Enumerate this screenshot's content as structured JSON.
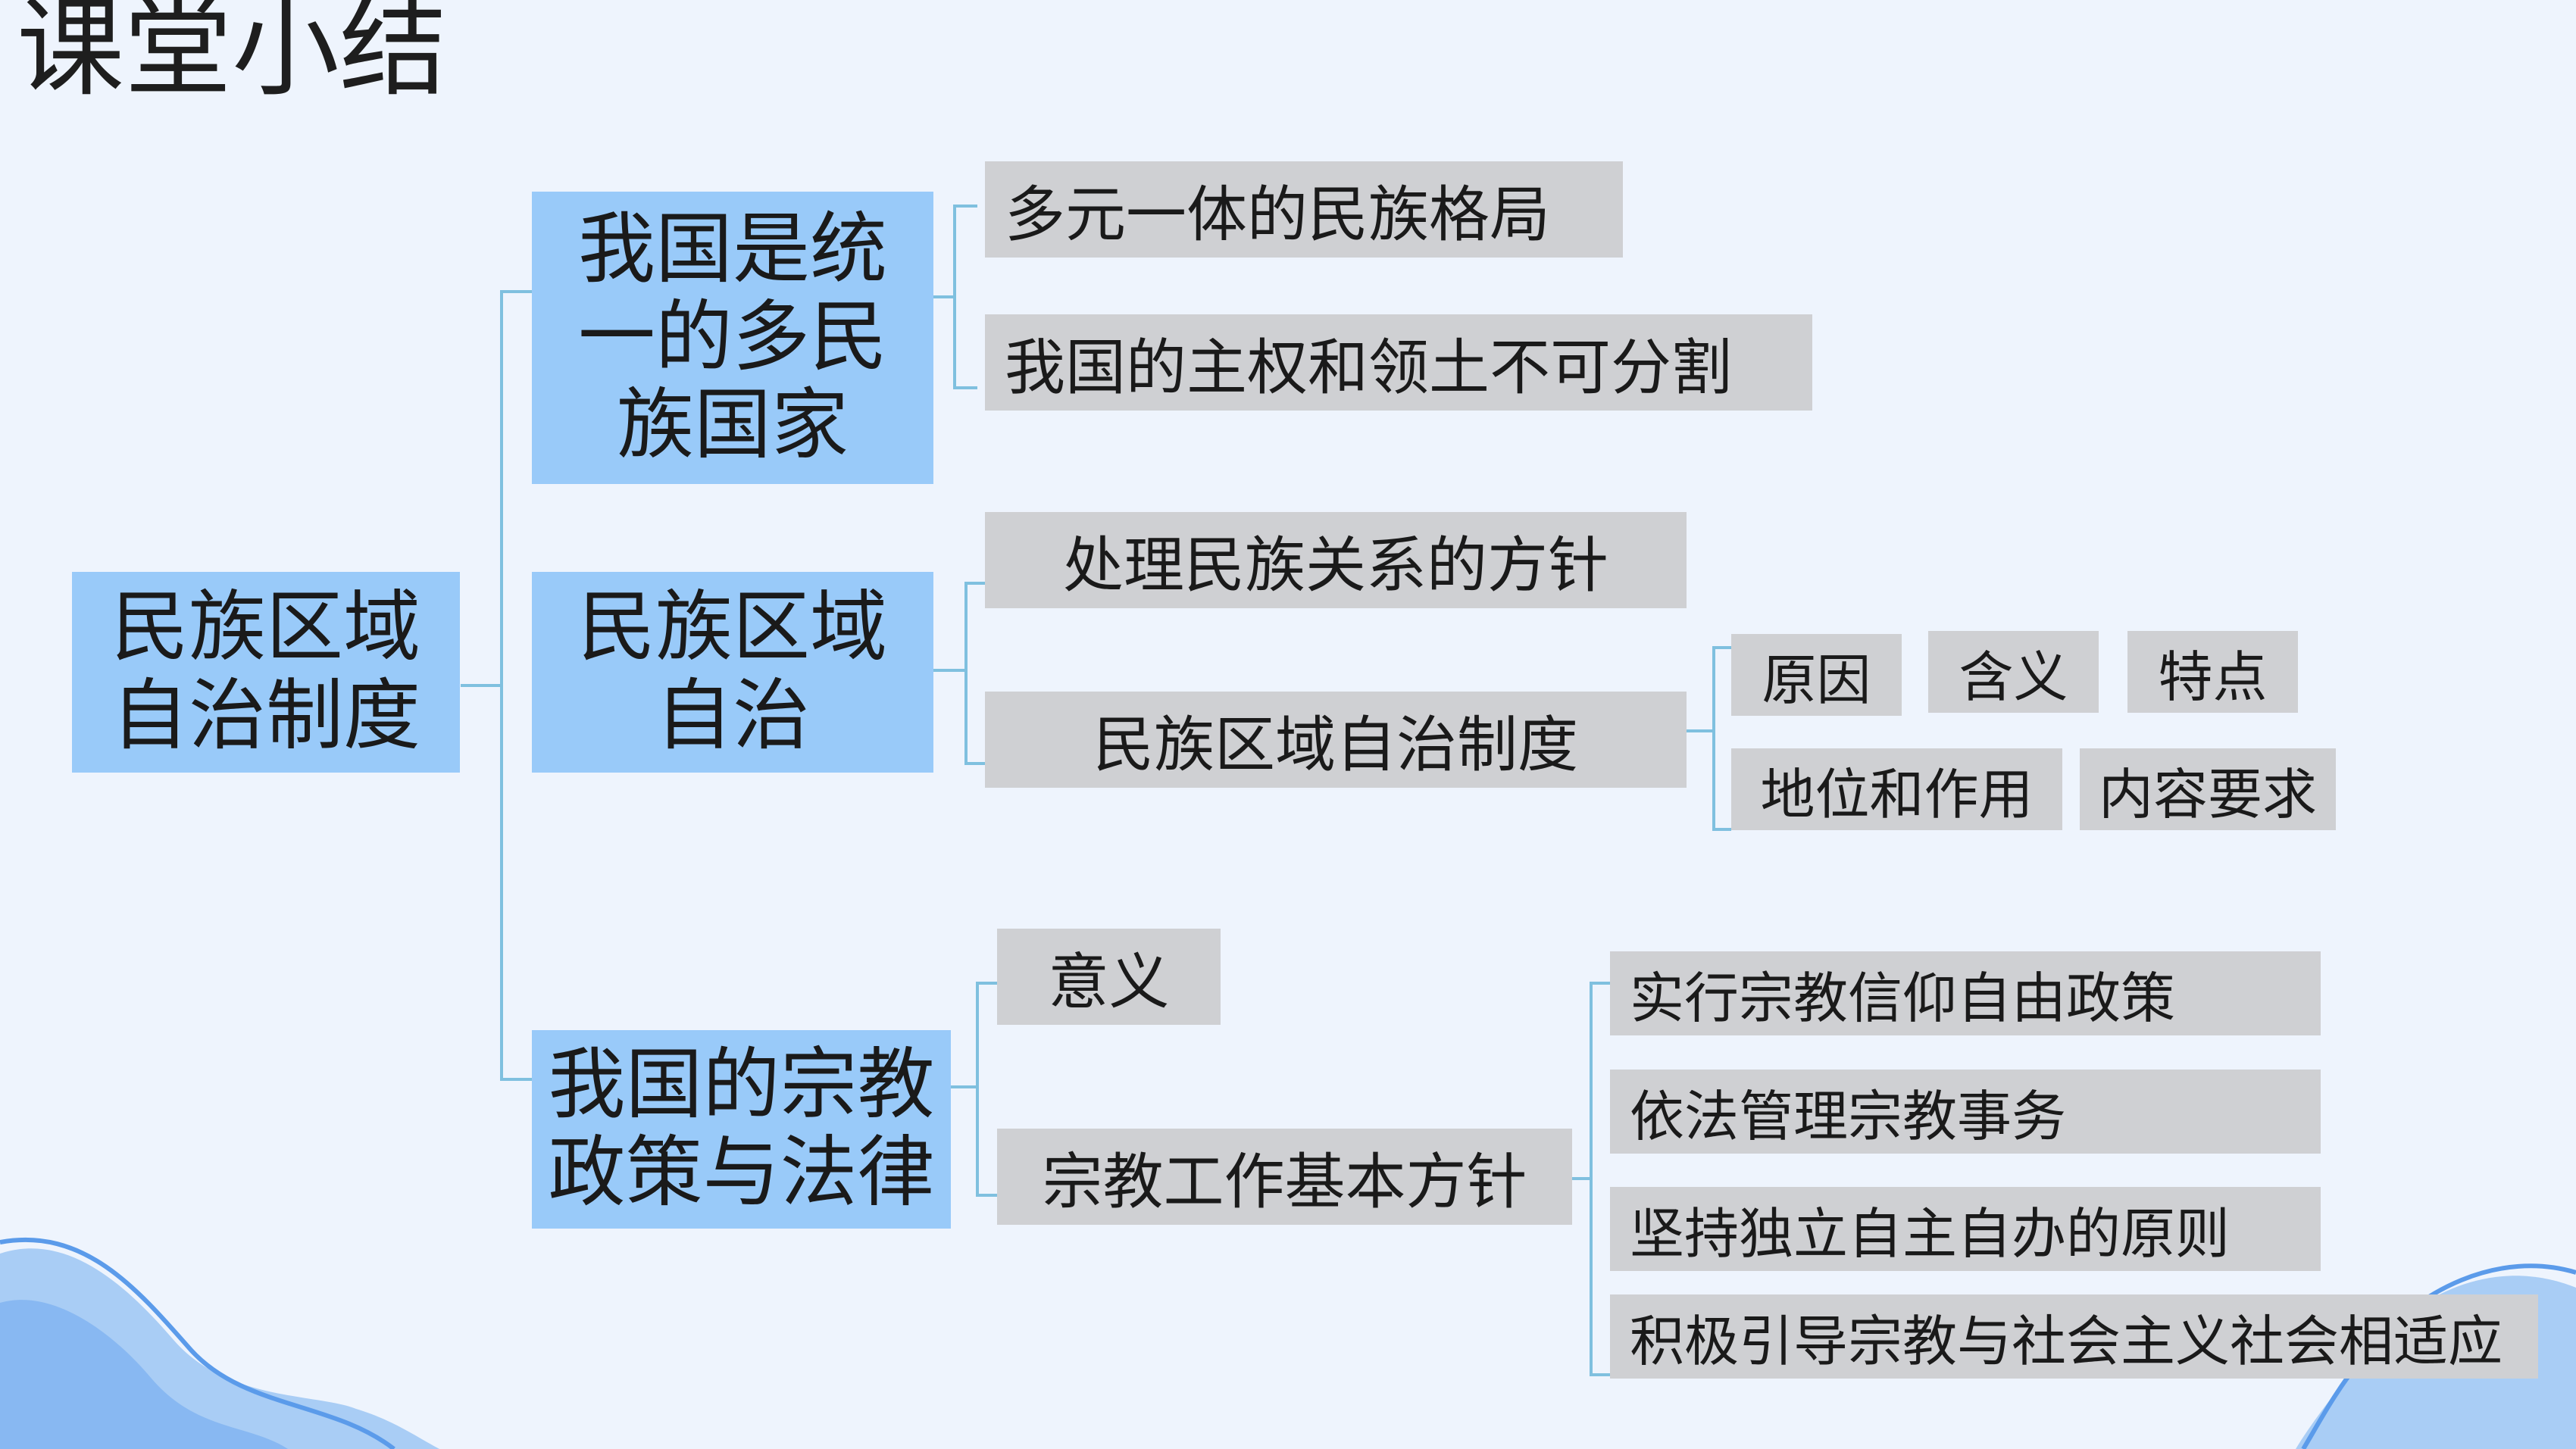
{
  "title": "课堂小结",
  "root": {
    "line1": "民族区域",
    "line2": "自治制度"
  },
  "branch1": {
    "lines": [
      "我国是统",
      "一的多民",
      "族国家"
    ],
    "items": [
      "多元一体的民族格局",
      "我国的主权和领土不可分割"
    ]
  },
  "branch2": {
    "lines": [
      "民族区域",
      "自治"
    ],
    "items": [
      "处理民族关系的方针",
      "民族区域自治制度"
    ],
    "sub_items": [
      "原因",
      "含义",
      "特点",
      "地位和作用",
      "内容要求"
    ]
  },
  "branch3": {
    "lines": [
      "我国的宗教",
      "政策与法律"
    ],
    "items": [
      "意义",
      "宗教工作基本方针"
    ],
    "sub_items": [
      "实行宗教信仰自由政策",
      "依法管理宗教事务",
      "坚持独立自主自办的原则",
      "积极引导宗教与社会主义社会相适应"
    ]
  },
  "colors": {
    "background": "#eef4fd",
    "node_blue": "#99caf9",
    "node_grey": "#cfd0d3",
    "connector": "#7fc0df",
    "wave_dark": "#5b9bea",
    "wave_light": "#a9cdf5"
  }
}
